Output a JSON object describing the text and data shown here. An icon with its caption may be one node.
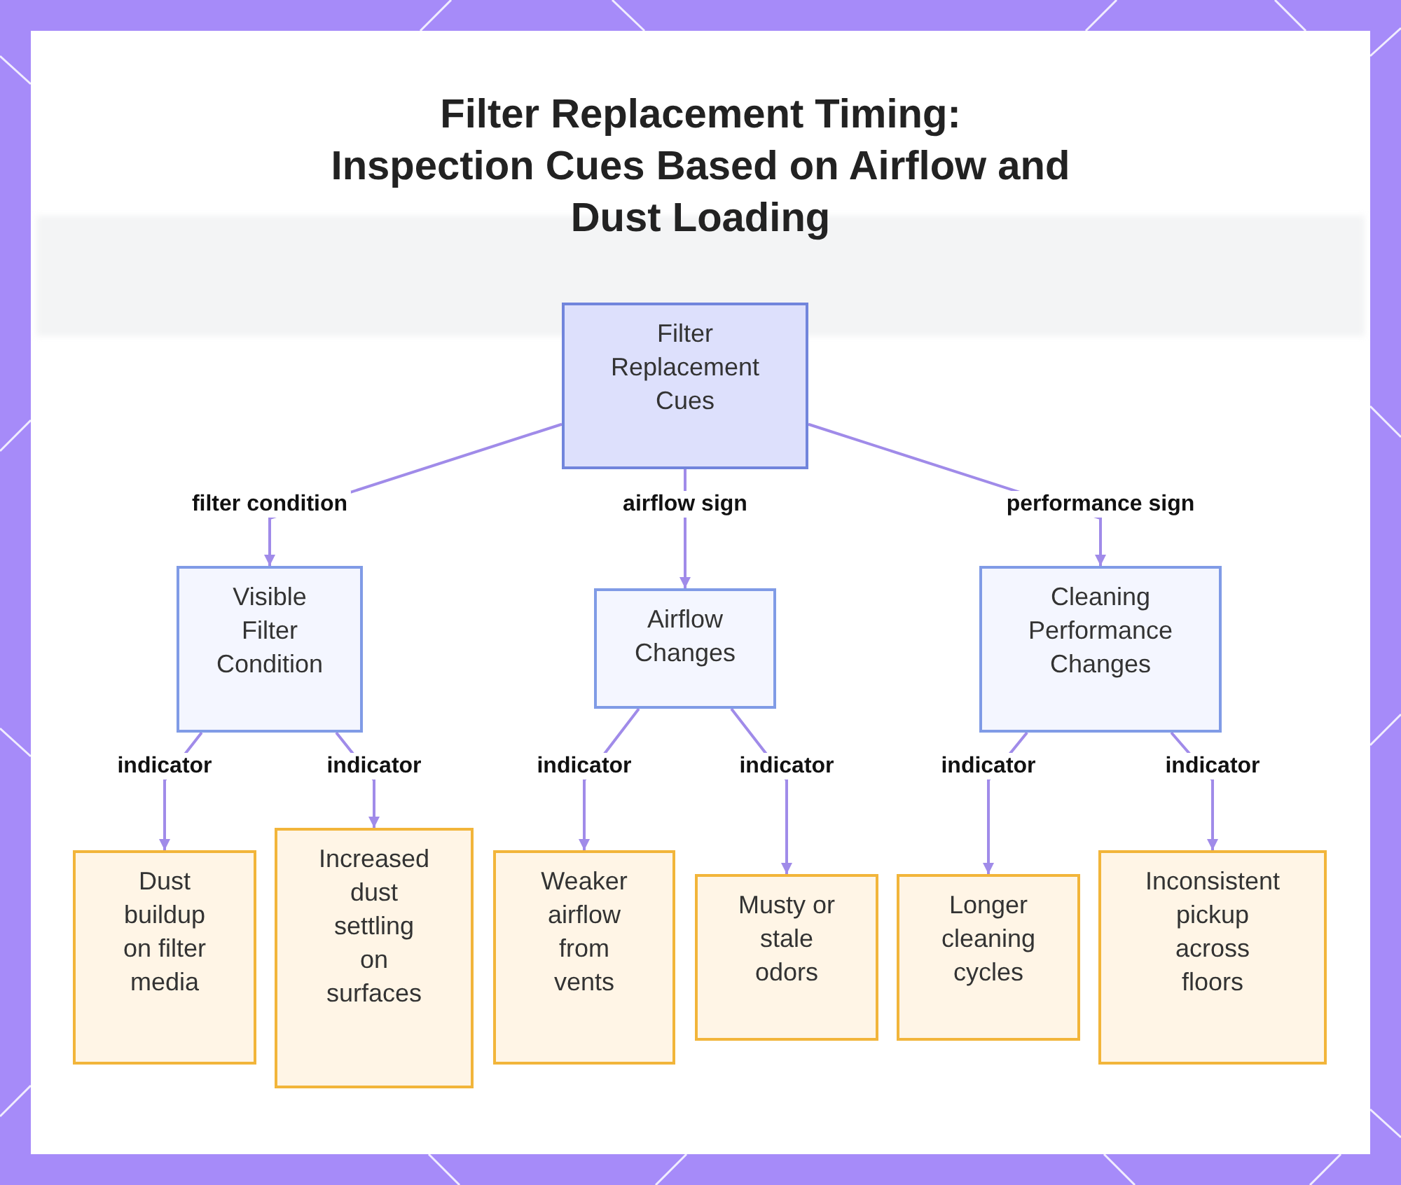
{
  "diagram": {
    "title": "Filter Replacement Timing: Inspection Cues Based on Airflow and Dust Loading",
    "nodes": [
      {
        "text": [
          "Filter Replacement Cues"
        ]
      },
      {
        "text": [
          "Visible Filter Condition"
        ]
      },
      {
        "text": [
          "Airflow Changes"
        ]
      },
      {
        "text": [
          "Cleaning Performance Changes"
        ]
      },
      {
        "text": [
          "Dust buildup on filter media"
        ]
      },
      {
        "text": [
          "Increased dust settling on surfaces"
        ]
      },
      {
        "text": [
          "Weaker airflow from vents"
        ]
      },
      {
        "text": [
          "Musty or stale odors"
        ]
      },
      {
        "text": [
          "Longer cleaning cycles"
        ]
      },
      {
        "text": [
          "Inconsistent pickup across floors"
        ]
      }
    ],
    "edges": [
      {
        "from": 0,
        "to": 1,
        "arrow": "to",
        "label": "filter condition"
      },
      {
        "from": 0,
        "to": 2,
        "arrow": "to",
        "label": "airflow sign"
      },
      {
        "from": 0,
        "to": 3,
        "arrow": "to",
        "label": "performance sign"
      },
      {
        "from": 1,
        "to": 4,
        "arrow": "to",
        "label": "indicator"
      },
      {
        "from": 1,
        "to": 5,
        "arrow": "to",
        "label": "indicator"
      },
      {
        "from": 2,
        "to": 6,
        "arrow": "to",
        "label": "indicator"
      },
      {
        "from": 2,
        "to": 7,
        "arrow": "to",
        "label": "indicator"
      },
      {
        "from": 3,
        "to": 8,
        "arrow": "to",
        "label": "indicator"
      },
      {
        "from": 3,
        "to": 9,
        "arrow": "to",
        "label": "indicator"
      }
    ]
  }
}
